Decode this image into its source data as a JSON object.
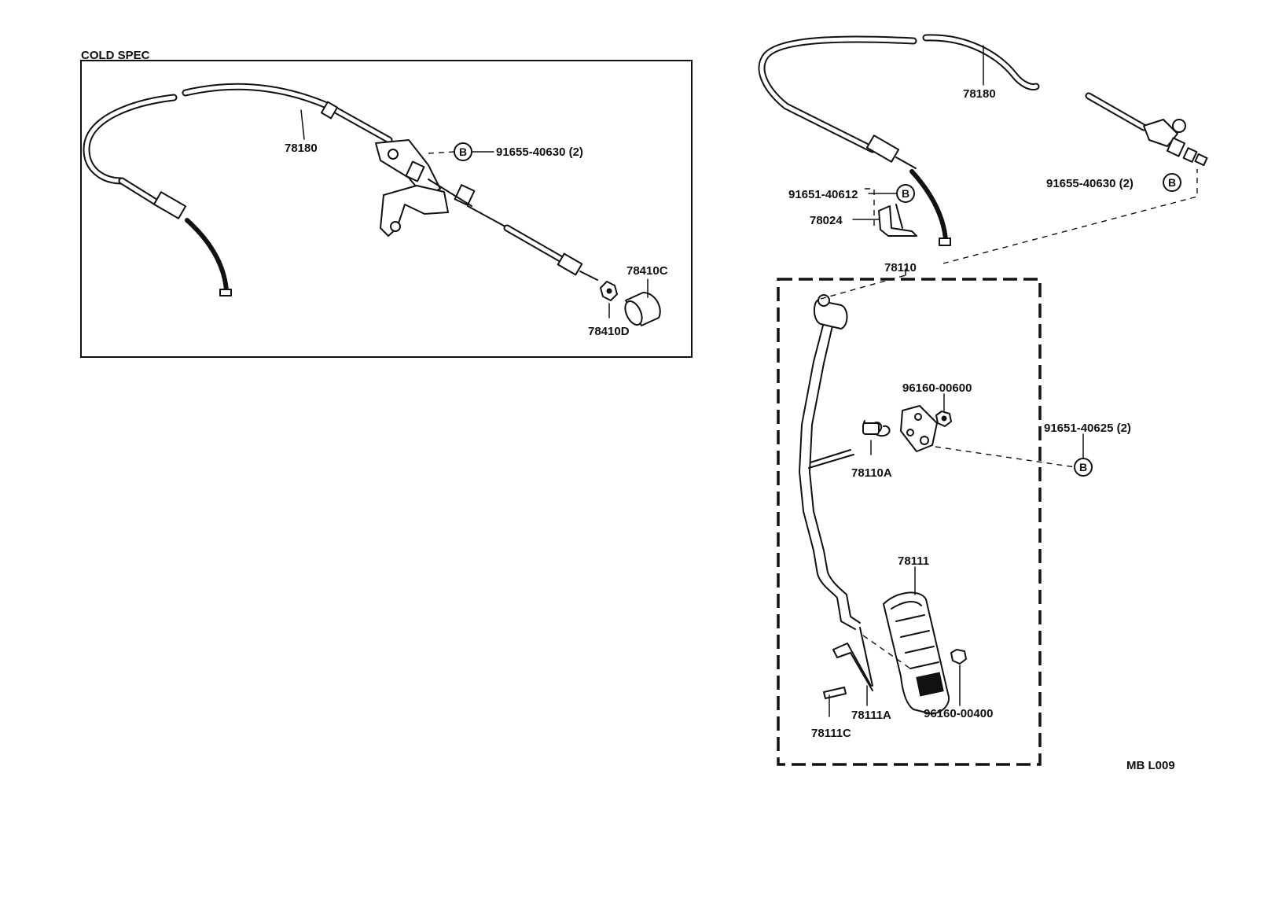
{
  "inset": {
    "title": "COLD SPEC",
    "labels": {
      "cable": "78180",
      "bolt": "91655-40630 (2)",
      "cap": "78410C",
      "nut": "78410D"
    }
  },
  "main": {
    "labels": {
      "cable": "78180",
      "bolt_top": "91655-40630 (2)",
      "bolt_left": "91651-40612",
      "clamp": "78024",
      "pedal_assy": "78110",
      "nut_upper": "96160-00600",
      "bolt_right": "91651-40625 (2)",
      "spring": "78110A",
      "pad": "78111",
      "pad_spring": "78111A",
      "pad_nut": "96160-00400",
      "pin": "78111C"
    },
    "badge_letter": "B",
    "drawing_code": "MB L009"
  }
}
